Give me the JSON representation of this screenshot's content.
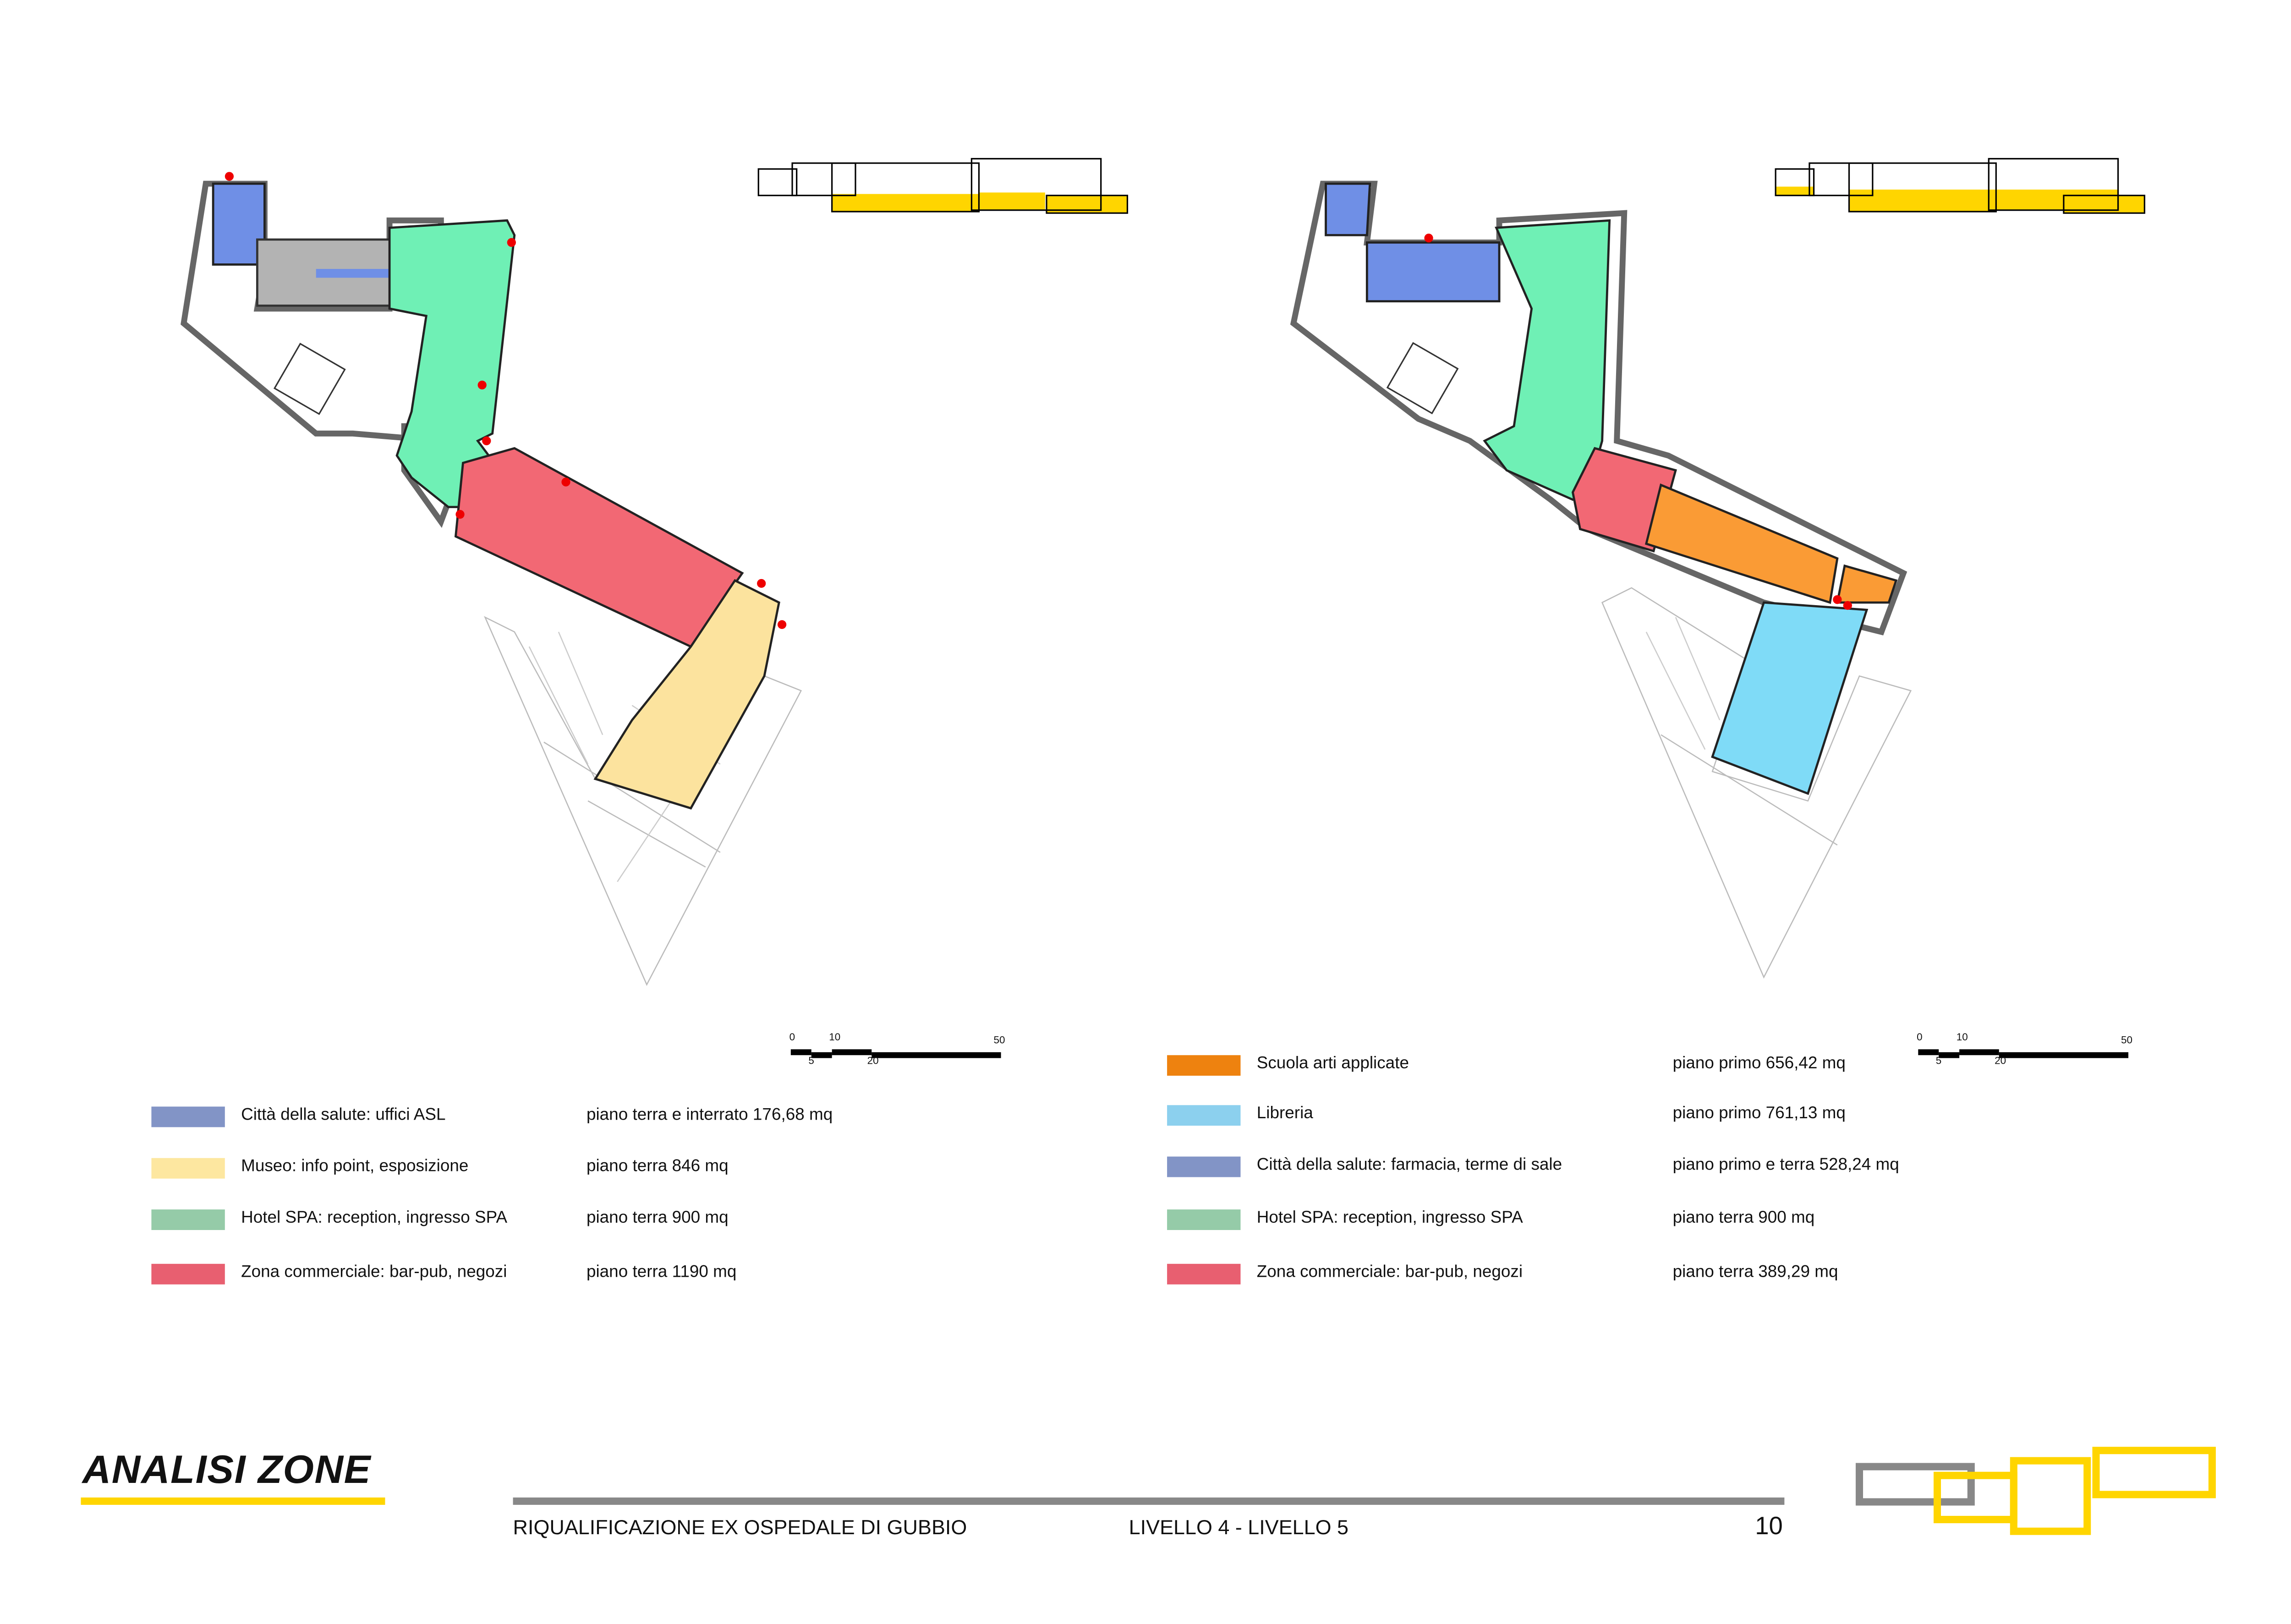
{
  "page_title": "ANALISI ZONE",
  "footer": {
    "project": "RIQUALIFICAZIONE EX OSPEDALE DI GUBBIO",
    "levels": "LIVELLO 4 - LIVELLO 5",
    "page_number": "10"
  },
  "scale_bar": {
    "labels_top": [
      "0",
      "10",
      "50"
    ],
    "labels_bottom": [
      "5",
      "20"
    ]
  },
  "colors": {
    "accent": "#FFD500",
    "gray": "#888888",
    "blue": "#8294C6",
    "yellow": "#FDE7A0",
    "green": "#95CBA8",
    "red": "#E85F70",
    "orange": "#EE820F",
    "light_blue": "#8CD0EE"
  },
  "legend_left": [
    {
      "label": "Città della salute: uffici ASL",
      "area": "piano terra e interrato  176,68 mq",
      "color": "#8294C6"
    },
    {
      "label": "Museo: info point, esposizione",
      "area": "piano terra  846 mq",
      "color": "#FDE7A0"
    },
    {
      "label": "Hotel SPA: reception, ingresso SPA",
      "area": "piano terra  900 mq",
      "color": "#95CBA8"
    },
    {
      "label": "Zona commerciale: bar-pub, negozi",
      "area": "piano terra  1190 mq",
      "color": "#E85F70"
    }
  ],
  "legend_right": [
    {
      "label": "Scuola arti applicate",
      "area": "piano primo  656,42 mq",
      "color": "#EE820F"
    },
    {
      "label": "Libreria",
      "area": "piano primo  761,13 mq",
      "color": "#8CD0EE"
    },
    {
      "label": "Città della salute: farmacia, terme di sale",
      "area": "piano primo e terra  528,24 mq",
      "color": "#8294C6"
    },
    {
      "label": "Hotel SPA: reception, ingresso SPA",
      "area": "piano terra  900 mq",
      "color": "#95CBA8"
    },
    {
      "label": "Zona commerciale: bar-pub, negozi",
      "area": "piano terra  389,29 mq",
      "color": "#E85F70"
    }
  ]
}
